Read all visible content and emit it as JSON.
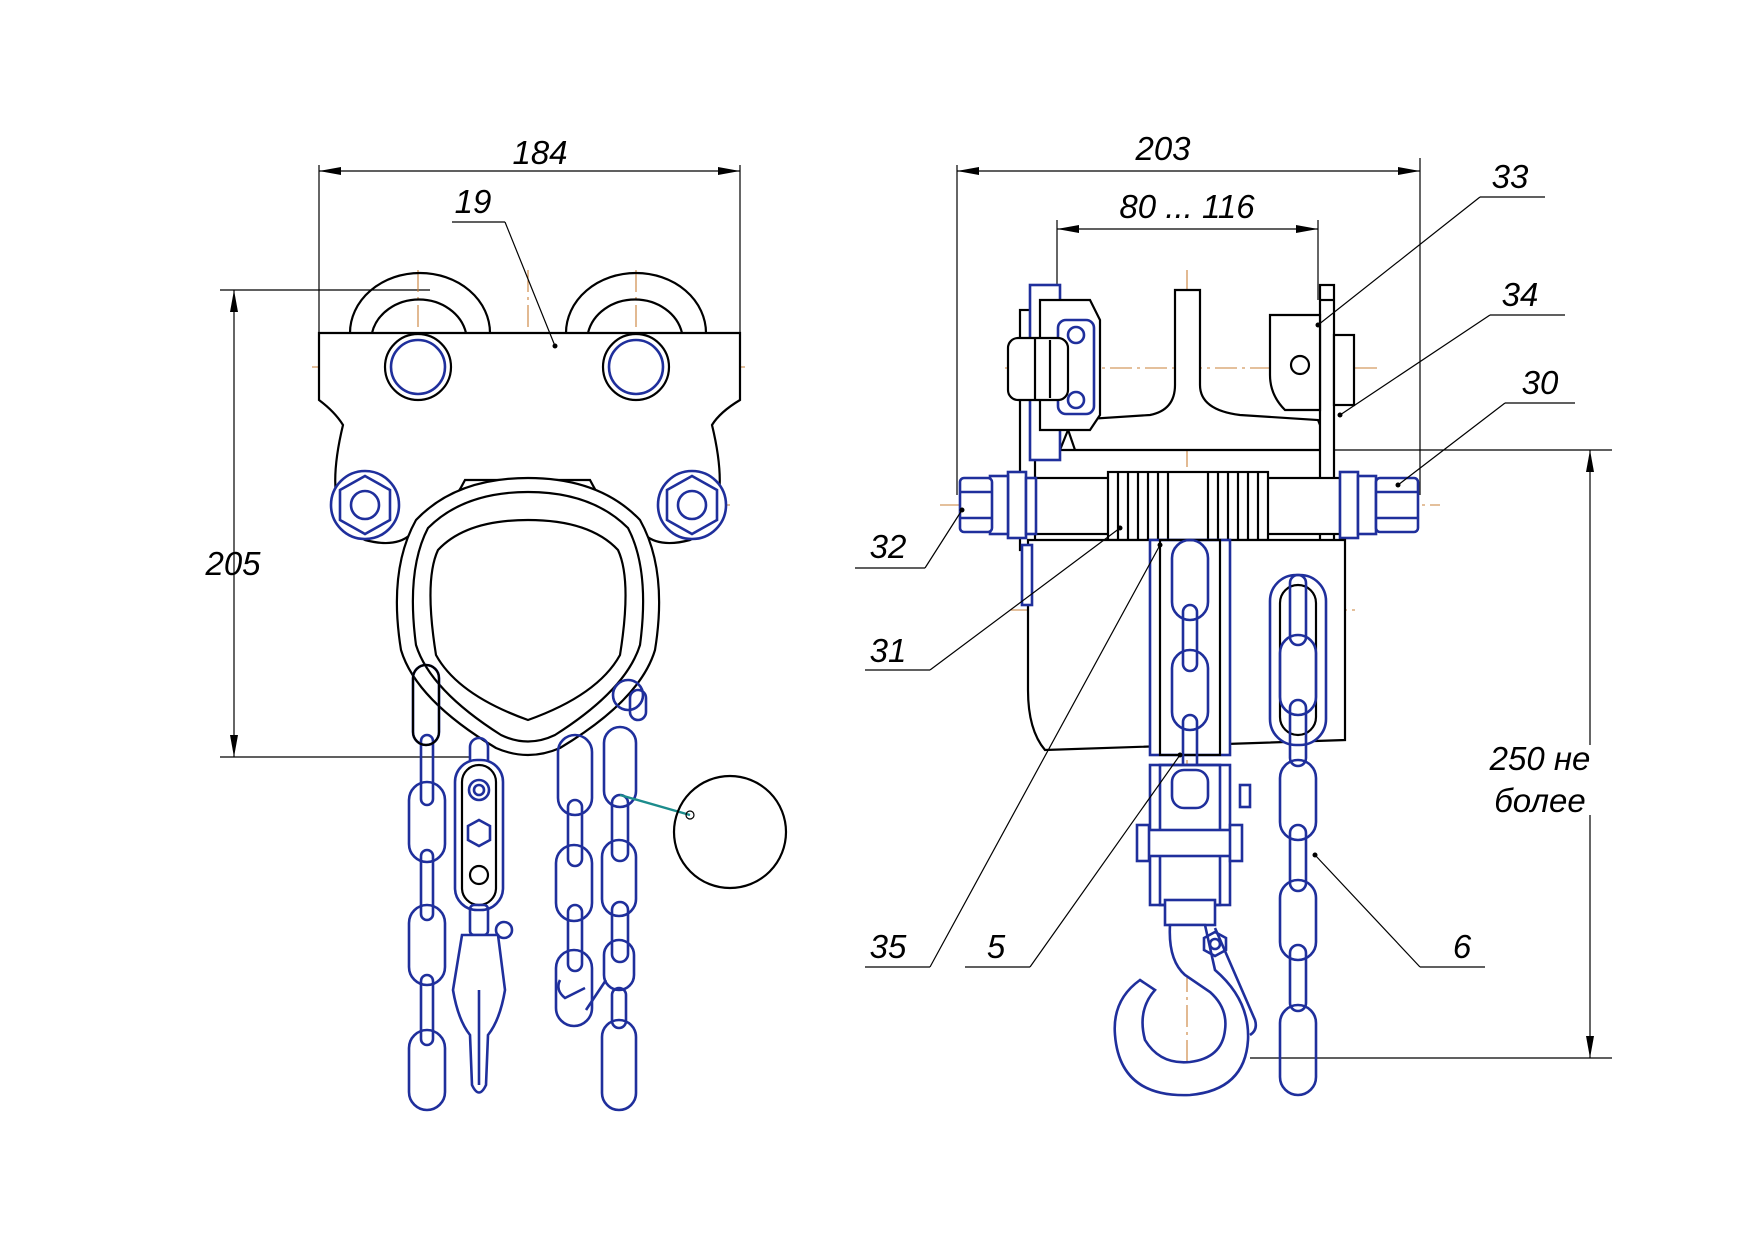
{
  "drawing": {
    "left_view": {
      "dimensions": {
        "width": "184",
        "height": "205"
      },
      "part_labels": [
        "19"
      ]
    },
    "right_view": {
      "dimensions": {
        "width": "203",
        "range": "80 ... 116",
        "lift_line1": "250 не",
        "lift_line2": "более"
      },
      "part_labels": [
        "33",
        "34",
        "30",
        "32",
        "31",
        "35",
        "5",
        "6"
      ]
    },
    "colors": {
      "contour": "#000000",
      "visible_detail": "#1f2f9c",
      "axis_lines": "#c9803a",
      "chain_tie": "#1c8c8c"
    }
  }
}
